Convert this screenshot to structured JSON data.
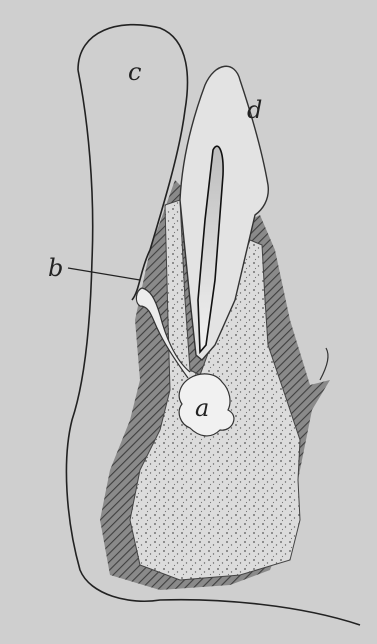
{
  "labels": {
    "a": "a",
    "b": "b",
    "c": "c",
    "d": "d"
  },
  "colors": {
    "paper": "#cfcfcf",
    "ink": "#222222",
    "hatch": "#6b6b6b",
    "bone": "#d8d8d8",
    "tooth": "#e6e6e6"
  }
}
